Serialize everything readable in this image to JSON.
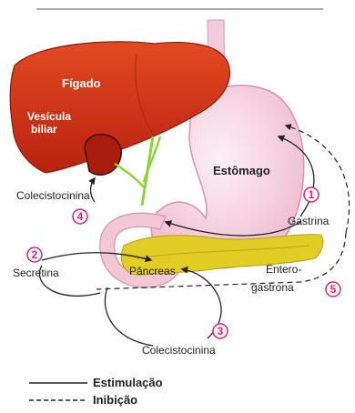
{
  "organs": {
    "liver": "Fígado",
    "gallbladder_line1": "Vesícula",
    "gallbladder_line2": "biliar",
    "stomach": "Estômago",
    "pancreas": "Pâncreas"
  },
  "hormones": {
    "cck_top": "Colecistocinina",
    "secretin": "Secretina",
    "gastrin": "Gastrina",
    "enterogastrone_line1": "Entero-",
    "enterogastrone_line2": "gastrona",
    "cck_bottom": "Colecistocinina"
  },
  "markers": [
    "1",
    "2",
    "3",
    "4",
    "5"
  ],
  "legend": {
    "stimulation": "Estimulação",
    "inhibition": "Inibição"
  },
  "colors": {
    "liver": "#d2321c",
    "stomach": "#f7d3e2",
    "pancreas": "#e2cc26",
    "marker": "#e0207a"
  }
}
